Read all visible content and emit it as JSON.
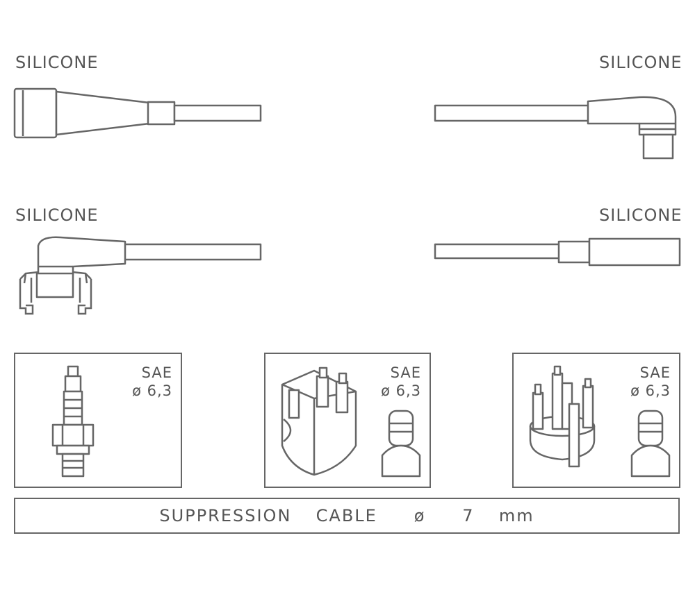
{
  "labels": {
    "top_left": "SILICONE",
    "top_right": "SILICONE",
    "mid_left": "SILICONE",
    "mid_right": "SILICONE"
  },
  "panels": [
    {
      "line1": "SAE",
      "line2": "ø 6,3"
    },
    {
      "line1": "SAE",
      "line2": "ø 6,3"
    },
    {
      "line1": "SAE",
      "line2": "ø 6,3"
    }
  ],
  "cable": {
    "text": "SUPPRESSION  CABLE   ø   7  mm"
  }
}
